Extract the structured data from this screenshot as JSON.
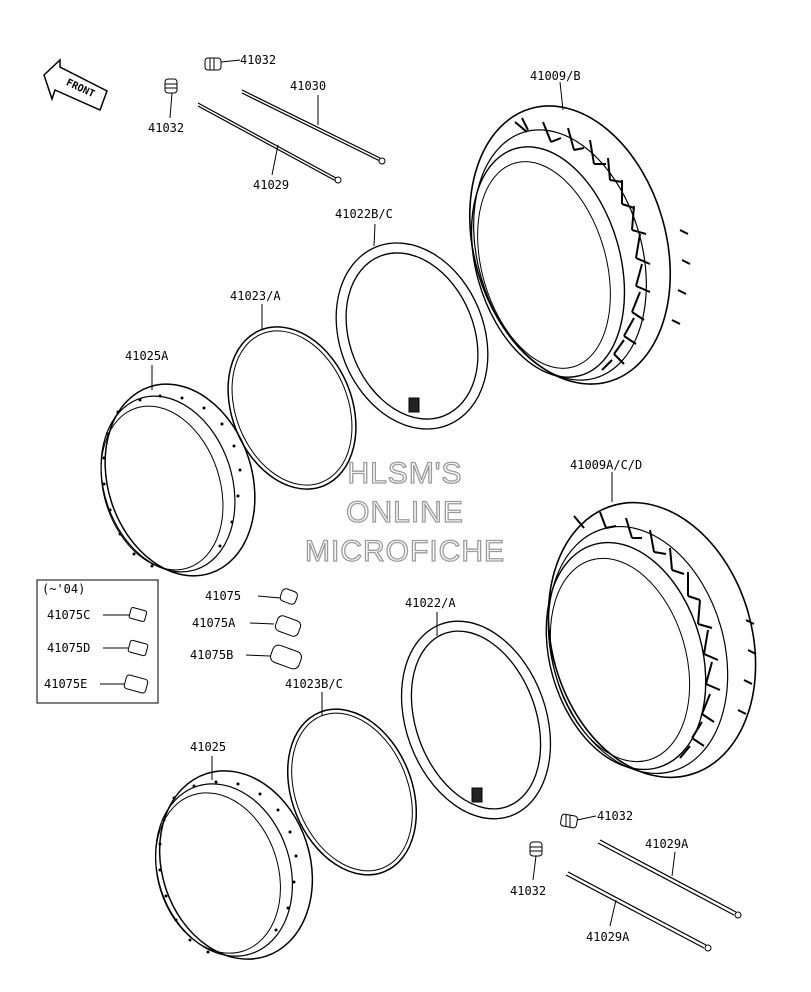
{
  "front_arrow_text": "FRONT",
  "watermark": {
    "line1": "HLSM'S",
    "line2": "ONLINE",
    "line3": "MICROFICHE"
  },
  "inset": {
    "title": "(~'04)"
  },
  "labels": {
    "valve_cap_top_right": "41032",
    "valve_cap_top_left": "41032",
    "spoke_top_a": "41030",
    "spoke_top_b": "41029",
    "tire_rear": "41009/B",
    "tube_rear": "41022B/C",
    "rim_band_rear": "41023/A",
    "rim_rear": "41025A",
    "tire_front": "41009A/C/D",
    "weight_a": "41075",
    "weight_b": "41075A",
    "weight_c": "41075B",
    "inset_weight_c": "41075C",
    "inset_weight_d": "41075D",
    "inset_weight_e": "41075E",
    "tube_front": "41022/A",
    "rim_band_front": "41023B/C",
    "rim_front": "41025",
    "valve_cap_bottom_right": "41032",
    "valve_cap_bottom_left": "41032",
    "spoke_bottom_a": "41029A",
    "spoke_bottom_b": "41029A"
  }
}
